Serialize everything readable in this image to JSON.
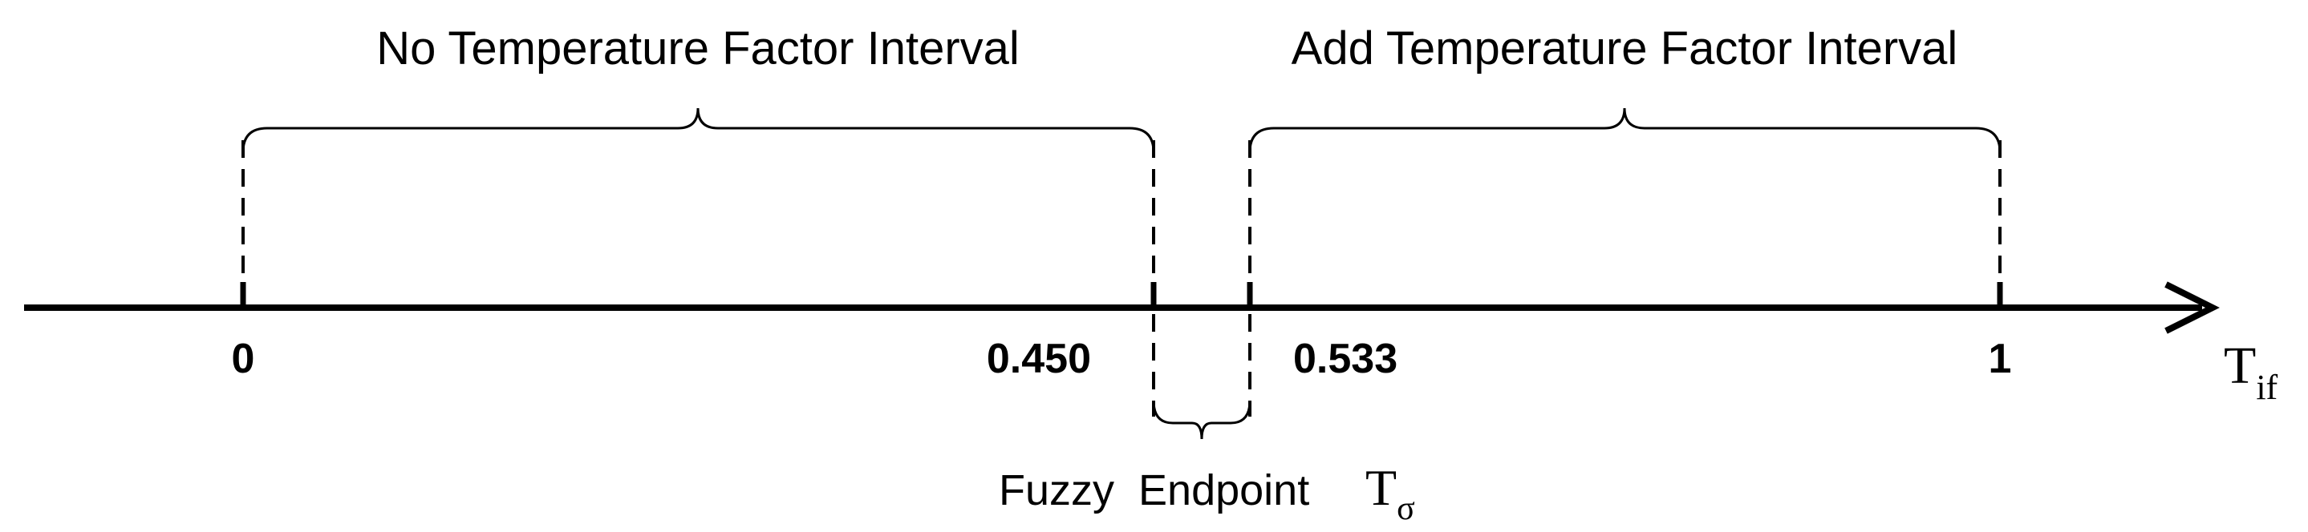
{
  "diagram": {
    "left_interval_label": "No Temperature Factor Interval",
    "right_interval_label": "Add Temperature Factor Interval",
    "ticks": {
      "zero": "0",
      "lower": "0.450",
      "upper": "0.533",
      "one": "1"
    },
    "axis_label": {
      "main": "T",
      "sub": "if"
    },
    "fuzzy_label": {
      "words": "Fuzzy  Endpoint",
      "symbol": "T",
      "sub": "σ"
    }
  }
}
